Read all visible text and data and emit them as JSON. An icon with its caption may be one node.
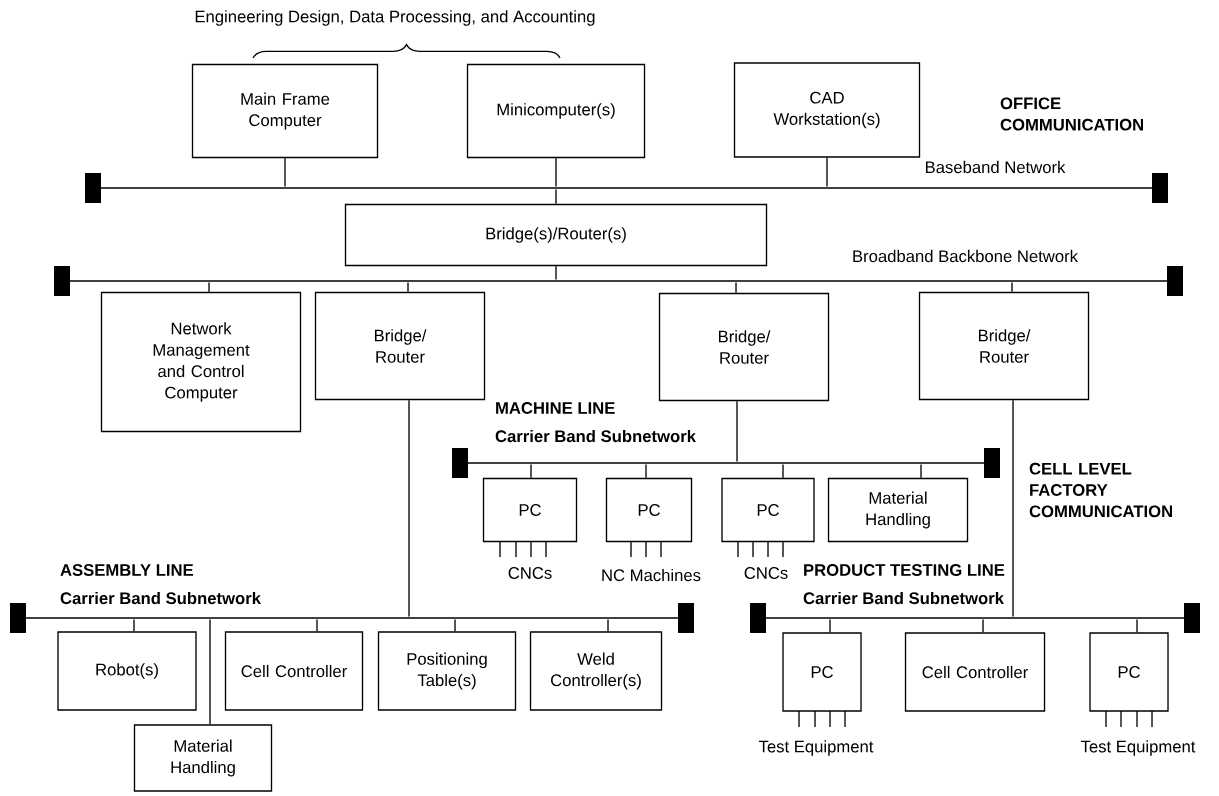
{
  "diagram": {
    "nodes": [
      {
        "text": [
          "Main Frame Computer"
        ]
      },
      {
        "text": [
          "Minicomputer(s)"
        ]
      },
      {
        "text": [
          "CAD Workstation(s)"
        ]
      },
      {
        "text": [],
        "shape": "line",
        "beside": [
          "Baseband Network"
        ]
      },
      {
        "text": [
          "Bridge(s)/Router(s)"
        ]
      },
      {
        "text": [],
        "shape": "line",
        "beside": [
          "Broadband Backbone Network"
        ]
      },
      {
        "text": [
          "Network Management and Control Computer"
        ]
      },
      {
        "text": [
          "Bridge/ Router"
        ]
      },
      {
        "text": [
          "Bridge/ Router"
        ]
      },
      {
        "text": [
          "Bridge/ Router"
        ]
      },
      {
        "text": [],
        "shape": "line",
        "beside": [
          "MACHINE LINE",
          "Carrier Band Subnetwork"
        ]
      },
      {
        "text": [
          "PC"
        ],
        "beside": [
          "CNCs"
        ]
      },
      {
        "text": [
          "PC"
        ],
        "beside": [
          "NC Machines"
        ]
      },
      {
        "text": [
          "PC"
        ],
        "beside": [
          "CNCs"
        ]
      },
      {
        "text": [
          "Material Handling"
        ]
      },
      {
        "text": [],
        "shape": "line",
        "beside": [
          "PRODUCT TESTING LINE",
          "Carrier Band Subnetwork"
        ]
      },
      {
        "text": [
          "PC"
        ],
        "beside": [
          "Test Equipment"
        ]
      },
      {
        "text": [
          "Cell Controller"
        ]
      },
      {
        "text": [
          "PC"
        ],
        "beside": [
          "Test Equipment"
        ]
      },
      {
        "text": [],
        "shape": "line",
        "beside": [
          "ASSEMBLY LINE",
          "Carrier Band Subnetwork"
        ]
      },
      {
        "text": [
          "Robot(s)"
        ]
      },
      {
        "text": [
          "Cell Controller"
        ]
      },
      {
        "text": [
          "Positioning Table(s)"
        ]
      },
      {
        "text": [
          "Weld Controller(s)"
        ]
      },
      {
        "text": [
          "Material Handling"
        ]
      }
    ],
    "edges": [
      {
        "from": 0,
        "to": 3,
        "arrow": "none"
      },
      {
        "from": 1,
        "to": 3,
        "arrow": "none"
      },
      {
        "from": 2,
        "to": 3,
        "arrow": "none"
      },
      {
        "from": 3,
        "to": 4,
        "arrow": "none"
      },
      {
        "from": 4,
        "to": 5,
        "arrow": "none"
      },
      {
        "from": 5,
        "to": 6,
        "arrow": "none"
      },
      {
        "from": 5,
        "to": 7,
        "arrow": "none"
      },
      {
        "from": 5,
        "to": 8,
        "arrow": "none"
      },
      {
        "from": 5,
        "to": 9,
        "arrow": "none"
      },
      {
        "from": 8,
        "to": 10,
        "arrow": "none"
      },
      {
        "from": 10,
        "to": 11,
        "arrow": "none"
      },
      {
        "from": 10,
        "to": 12,
        "arrow": "none"
      },
      {
        "from": 10,
        "to": 13,
        "arrow": "none"
      },
      {
        "from": 10,
        "to": 14,
        "arrow": "none"
      },
      {
        "from": 9,
        "to": 15,
        "arrow": "none"
      },
      {
        "from": 15,
        "to": 16,
        "arrow": "none"
      },
      {
        "from": 15,
        "to": 17,
        "arrow": "none"
      },
      {
        "from": 15,
        "to": 18,
        "arrow": "none"
      },
      {
        "from": 7,
        "to": 19,
        "arrow": "none"
      },
      {
        "from": 19,
        "to": 20,
        "arrow": "none"
      },
      {
        "from": 19,
        "to": 24,
        "arrow": "none"
      },
      {
        "from": 19,
        "to": 21,
        "arrow": "none"
      },
      {
        "from": 19,
        "to": 22,
        "arrow": "none"
      },
      {
        "from": 19,
        "to": 23,
        "arrow": "none"
      }
    ],
    "labels": [
      "Engineering Design, Data Processing, and Accounting",
      "OFFICE COMMUNICATION",
      "CELL LEVEL FACTORY COMMUNICATION"
    ]
  }
}
